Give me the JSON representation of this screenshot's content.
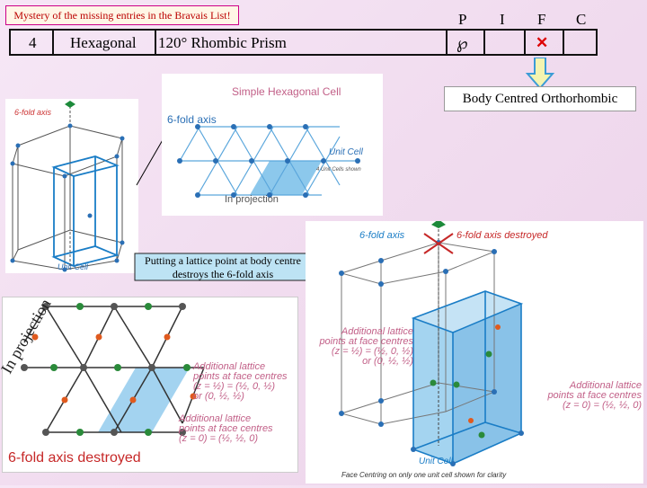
{
  "header": {
    "title": "Mystery of the missing entries in the Bravais List!",
    "columns": [
      "P",
      "I",
      "F",
      "C"
    ],
    "row": {
      "number": "4",
      "system": "Hexagonal",
      "shape": "120° Rhombic Prism",
      "p_mark": "℘",
      "f_mark": "✕"
    }
  },
  "result_label": "Body Centred Orthorhombic",
  "hex_cell_panel": {
    "title": "Simple Hexagonal Cell",
    "axis_label": "6-fold axis",
    "unit_cell_label": "Unit Cell",
    "note": "4 Unit Cells shown",
    "projection_label": "In projection"
  },
  "left_cell_panel": {
    "axis_label": "6-fold axis",
    "unit_cell_label": "Unit Cell"
  },
  "arrow_text": "Putting a lattice point at body centre destroys the 6-fold axis",
  "projection_panel": {
    "projection_label": "In projection",
    "label_top_1": "Additional lattice",
    "label_top_2": "points at face centres",
    "label_top_3": "(z = ½) = (½, 0, ½)",
    "label_top_4": "or (0, ½, ½)",
    "label_bot_1": "Additional lattice",
    "label_bot_2": "points at face centres",
    "label_bot_3": "(z = 0) = (½, ½, 0)",
    "destroyed": "6-fold axis destroyed"
  },
  "cell3d_panel": {
    "axis_label": "6-fold axis",
    "destroyed": "6-fold axis destroyed",
    "label_left_1": "Additional lattice",
    "label_left_2": "points at face centres",
    "label_left_3": "(z = ½) = (½, 0, ½)",
    "label_left_4": "or (0, ½, ½)",
    "label_right_1": "Additional lattice",
    "label_right_2": "points at face centres",
    "label_right_3": "(z = 0) = (½, ½, 0)",
    "unit_cell_label": "Unit Cell",
    "footnote": "Face Centring on only one unit cell shown for clarity"
  }
}
